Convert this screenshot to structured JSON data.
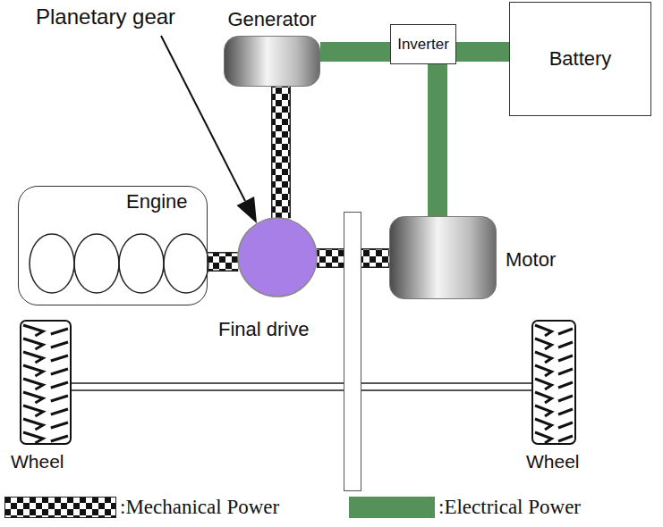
{
  "diagram": {
    "nodes": [
      {
        "text": [
          "Planetary gear"
        ]
      },
      {
        "text": [
          "Generator"
        ]
      },
      {
        "text": [
          "Inverter"
        ]
      },
      {
        "text": [
          "Battery"
        ]
      },
      {
        "text": [
          "Engine"
        ]
      },
      {
        "text": [
          "Final drive"
        ]
      },
      {
        "text": [
          "Motor"
        ]
      },
      {
        "text": [
          "Wheel"
        ]
      },
      {
        "text": [
          "Wheel"
        ]
      }
    ],
    "edges": [
      {
        "from": 1,
        "to": 2,
        "arrow": "none"
      },
      {
        "from": 2,
        "to": 3,
        "arrow": "none"
      },
      {
        "from": 2,
        "to": 6,
        "arrow": "none"
      },
      {
        "from": 1,
        "to": 0,
        "arrow": "none"
      },
      {
        "from": 4,
        "to": 0,
        "arrow": "none"
      },
      {
        "from": 0,
        "to": 5,
        "arrow": "none"
      },
      {
        "from": 5,
        "to": 6,
        "arrow": "none"
      },
      {
        "from": 7,
        "to": 5,
        "arrow": "none"
      },
      {
        "from": 5,
        "to": 8,
        "arrow": "none"
      }
    ],
    "legend": [
      {
        "text": ":Mechanical Power"
      },
      {
        "text": ":Electrical Power",
        "color": "#55925a"
      }
    ]
  }
}
